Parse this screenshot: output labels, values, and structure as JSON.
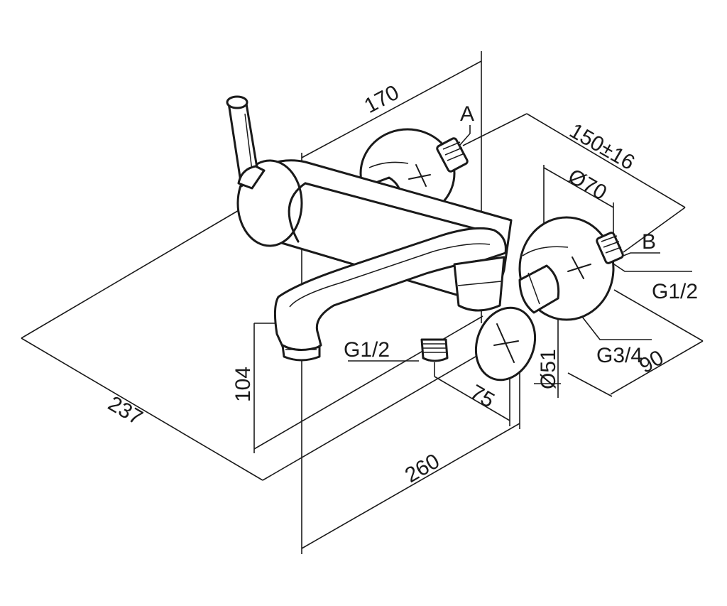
{
  "dimensions": {
    "d170": "170",
    "d150": "150±16",
    "d70": "Ø70",
    "d104": "104",
    "d237": "237",
    "d75": "75",
    "d51": "Ø51",
    "d90": "90",
    "d260": "260"
  },
  "callouts": {
    "a": "A",
    "b": "B",
    "g12_right": "G1/2",
    "g12_left": "G1/2",
    "g34": "G3/4"
  }
}
